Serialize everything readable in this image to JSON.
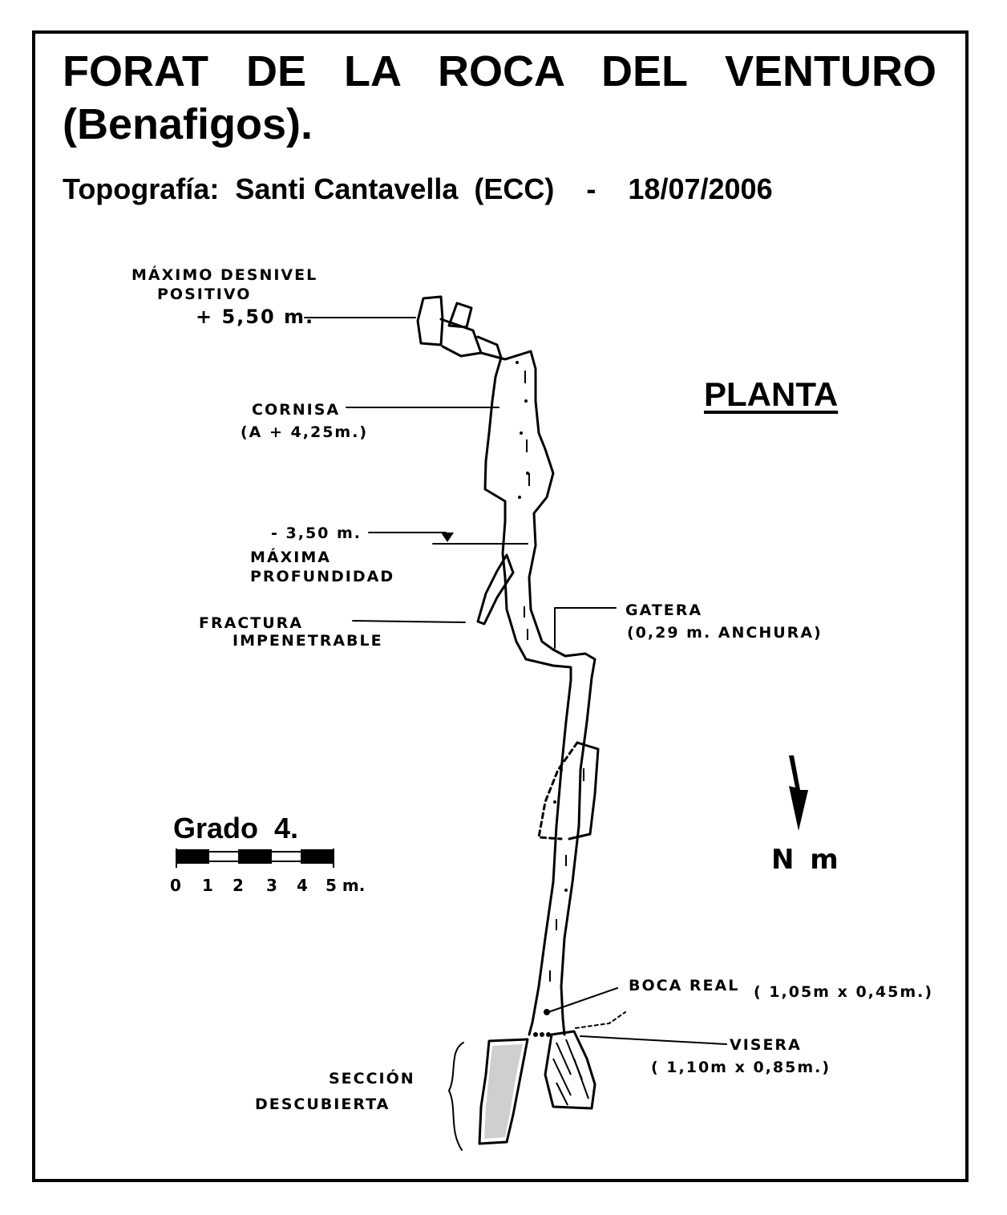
{
  "title_line1": "FORAT DE LA ROCA DEL VENTURO",
  "title_line2": "(Benafigos).",
  "credit": "Topografía:  Santi Cantavella  (ECC)    -    18/07/2006",
  "view_label": "PLANTA",
  "labels": {
    "max_positive_1": "MÁXIMO DESNIVEL",
    "max_positive_2": "POSITIVO",
    "max_positive_3": "+ 5,50 m.",
    "cornisa_1": "CORNISA",
    "cornisa_2": "(A + 4,25m.)",
    "depth_1": "- 3,50 m.",
    "depth_2": "MÁXIMA",
    "depth_3": "PROFUNDIDAD",
    "fractura_1": "FRACTURA",
    "fractura_2": "IMPENETRABLE",
    "gatera_1": "GATERA",
    "gatera_2": "(0,29 m. ANCHURA)",
    "boca_1": "BOCA REAL",
    "boca_2": "( 1,05m x 0,45m.)",
    "visera_1": "VISERA",
    "visera_2": "( 1,10m x 0,85m.)",
    "seccion_1": "SECCIÓN",
    "seccion_2": "DESCUBIERTA"
  },
  "scale": {
    "grade": "Grado  4.",
    "ticks": [
      "0",
      "1",
      "2",
      "3",
      "4",
      "5 m."
    ]
  },
  "north_label": "N m",
  "colors": {
    "ink": "#000000",
    "paper": "#ffffff"
  }
}
